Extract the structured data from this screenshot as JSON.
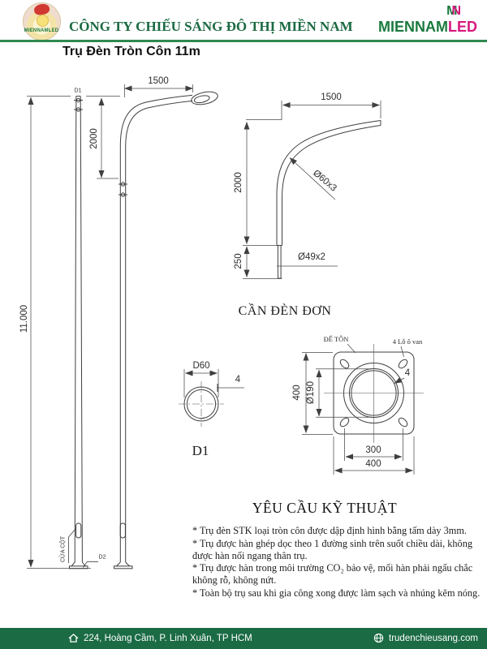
{
  "header": {
    "company": "CÔNG TY CHIẾU SÁNG ĐÔ THỊ MIỀN NAM",
    "logo_brand": "MIENNAMLED",
    "brand_green": "MIENNAM",
    "brand_pink": "LED",
    "monogram_m": "M",
    "monogram_n": "N",
    "accent_green": "#1a7a3d",
    "accent_pink": "#d6187f"
  },
  "title": "Trụ Đèn Tròn Côn 11m",
  "drawing": {
    "pole": {
      "dim_height": "11.000",
      "dim_arm_reach": "1500",
      "dim_arm_drop": "2000",
      "label_top_diameter": "D1",
      "label_base_diameter": "D2",
      "label_door": "CỬA CỘT"
    },
    "arm_detail": {
      "caption": "CẦN ĐÈN ĐƠN",
      "dim_reach": "1500",
      "dim_drop": "2000",
      "dim_insert": "250",
      "label_tube": "Ø60x3",
      "label_insert": "Ø49x2"
    },
    "section_detail": {
      "caption": "D1",
      "dim_diameter": "D60",
      "dim_thickness": "4"
    },
    "base_plate": {
      "label_plate": "ĐẾ TÔN",
      "label_holes": "4 Lỗ ô van",
      "dim_side_vertical": "400",
      "dim_inner_diameter": "Ø190",
      "dim_thickness": "4",
      "dim_hole_span": "300",
      "dim_side_horizontal": "400"
    }
  },
  "specs": {
    "heading": "YÊU CẦU KỸ THUẬT",
    "items": [
      "*  Trụ đèn STK loại tròn côn được dập định hình bằng tấm dày 3mm.",
      "* Trụ được hàn ghép dọc theo 1 đường sinh trên suốt chiều dài, không được hàn nối ngang thân trụ.",
      "* Trụ được hàn trong môi trường CO₂ bảo vệ, mối hàn phải ngấu chắc không rỗ, không nứt.",
      "*  Toàn bộ trụ sau khi gia công xong được làm sạch và nhúng kẽm nóng."
    ]
  },
  "footer": {
    "address": "224, Hoàng Cầm, P. Linh Xuân, TP HCM",
    "website": "trudenchieusang.com",
    "bar_color": "#1b6b45"
  }
}
